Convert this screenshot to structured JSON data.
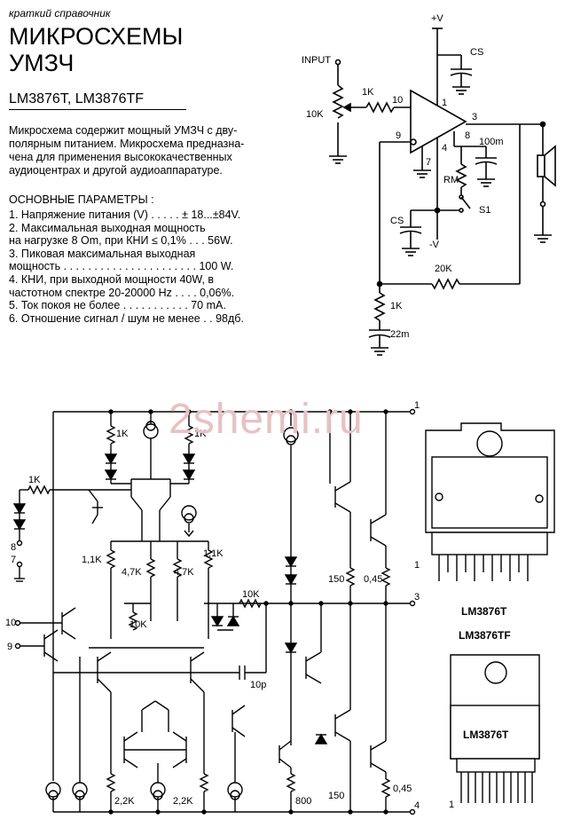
{
  "header": {
    "subtitle": "краткий справочник",
    "title_line1": "МИКРОСХЕМЫ",
    "title_line2": "УМЗЧ",
    "part_number": "LM3876T, LM3876TF"
  },
  "intro": [
    "Микросхема содержит мощный УМЗЧ с дву-",
    "полярным питанием. Микросхема предназна-",
    "чена для применения высококачественных",
    "аудиоцентрах и другой аудиоаппаратуре."
  ],
  "params": {
    "heading": "ОСНОВНЫЕ ПАРАМЕТРЫ :",
    "lines": [
      "1.  Напряжение питания (V) . . . . .  ± 18...±84V.",
      "2.  Максимальная выходная мощность",
      "     на нагрузке 8 Om, при КНИ ≤ 0,1% . . .  56W.",
      "3.  Пиковая максимальная выходная",
      "     мощность . . . . . . . . . . . . . . . . . . . . . . 100 W.",
      "4.  КНИ, при выходной мощности 40W, в",
      "     частотном спектре 20-20000 Hz . . . .  0,06%.",
      "5.  Ток покоя не более  . . . . . . . . . . .    70 mA.",
      "6.  Отношение сигнал / шум не менее  . . 98дб."
    ]
  },
  "watermark": "2shemi.ru",
  "app_circuit": {
    "labels": {
      "vplus": "+V",
      "cs_top": "CS",
      "input": "INPUT",
      "r_in": "1K",
      "pot": "10K",
      "pin10": "10",
      "pin1": "1",
      "pin3": "3",
      "pin9": "9",
      "pin8": "8",
      "pin4": "4",
      "pin7": "7",
      "c100": "100m",
      "rm": "RM",
      "s1": "S1",
      "cs_bot": "CS",
      "vminus": "-V",
      "r20k": "20K",
      "r1k_b": "1K",
      "c22": "22m"
    }
  },
  "schematic": {
    "labels": {
      "n1": "1",
      "n3": "3",
      "n4": "4",
      "n8": "8",
      "n7": "7",
      "n10": "10",
      "n9": "9",
      "r1k_a": "1K",
      "r1k_b": "1K",
      "r1k_c": "1K",
      "r11k_a": "1,1K",
      "r11k_b": "1,1K",
      "r47k_a": "4,7K",
      "r47k_b": "4,7K",
      "r10k_a": "10K",
      "r10k_b": "10K",
      "c10p": "10p",
      "r150_a": "150",
      "r045_a": "0,45",
      "r150_b": "150",
      "r045_b": "0,45",
      "r22k_a": "2,2K",
      "r22k_b": "2,2K",
      "r800": "800"
    }
  },
  "packages": {
    "pkg1_label": "LM3876T",
    "pkg2_label": "LM3876TF",
    "pin1_marker": "1",
    "pin1_marker_b": "1"
  }
}
